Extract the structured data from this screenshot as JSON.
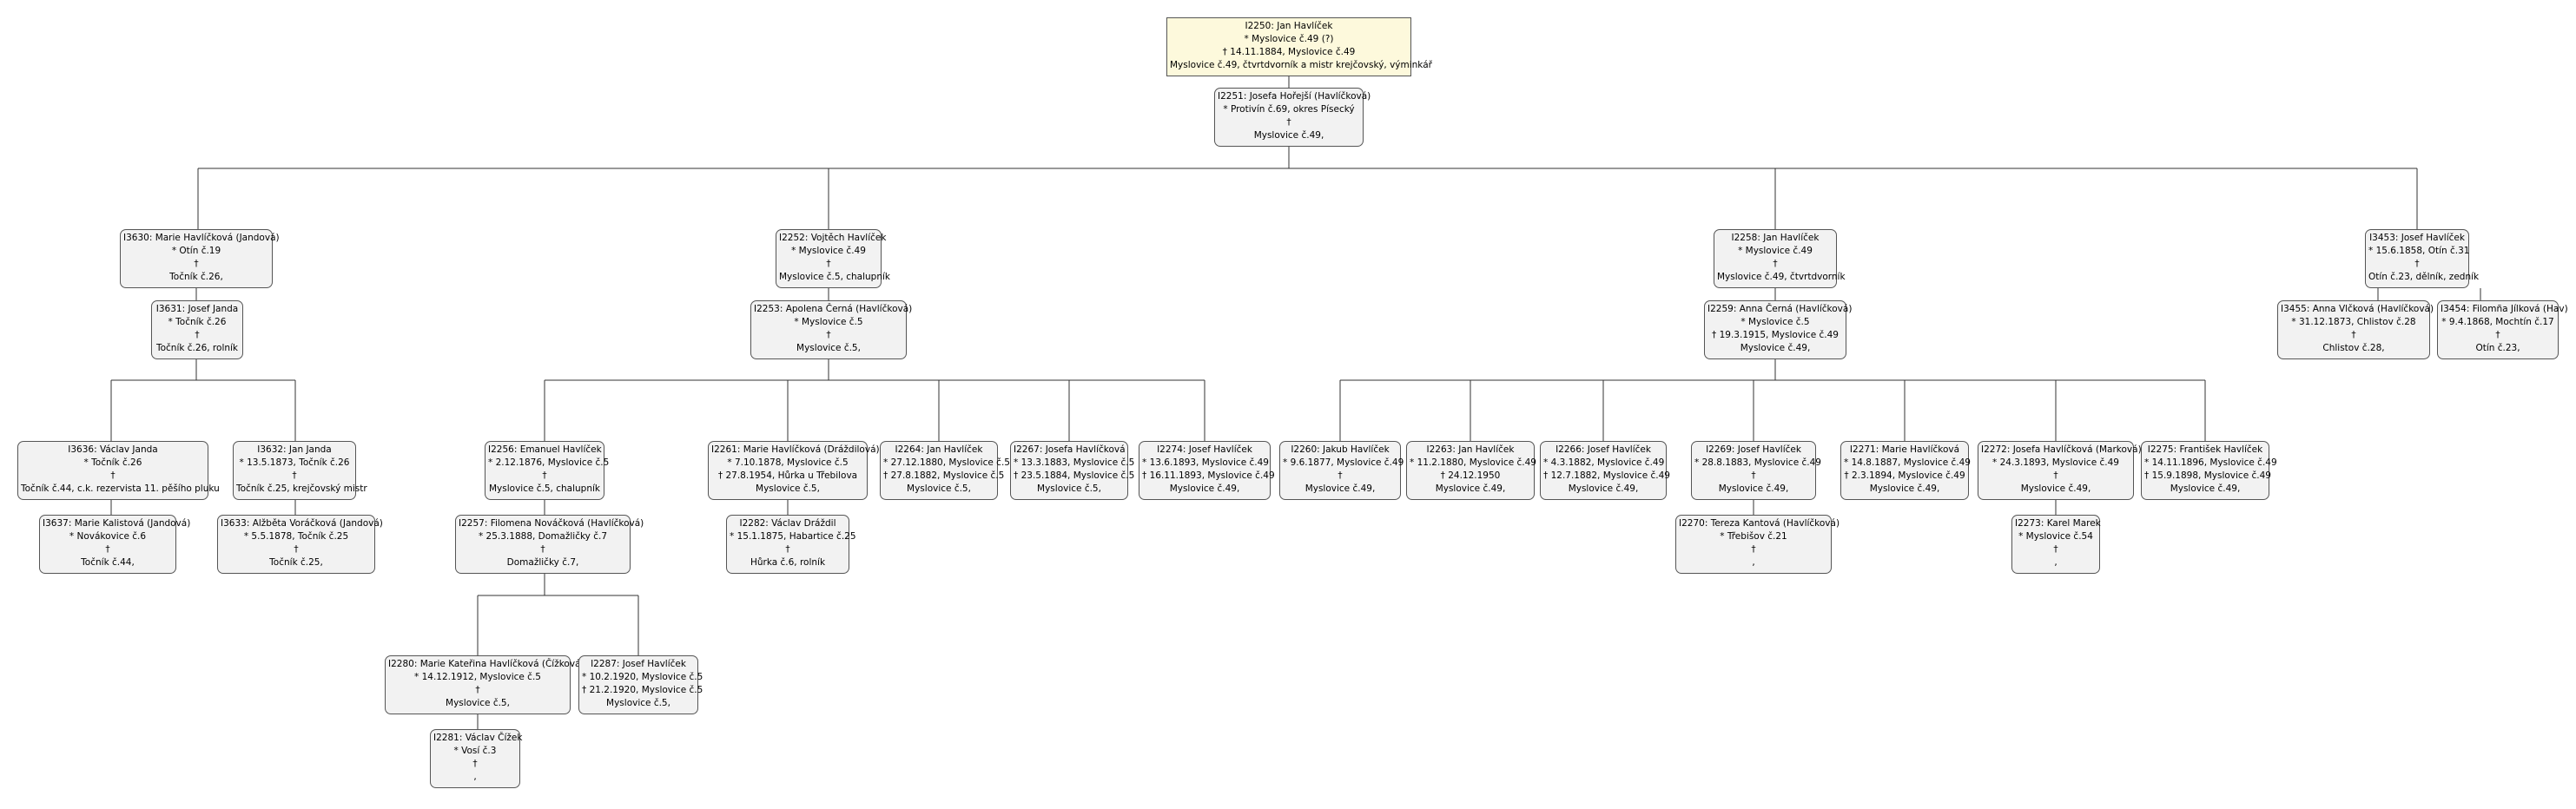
{
  "persons": {
    "I2250": [
      "I2250: Jan Havlíček",
      "* Myslovice č.49 (?)",
      "† 14.11.1884, Myslovice č.49",
      "Myslovice č.49, čtvrtdvorník a mistr krejčovský, výminkář"
    ],
    "I2251": [
      "I2251: Josefa Hořejší (Havlíčková)",
      "* Protivín č.69, okres Písecký",
      "†",
      "Myslovice č.49,"
    ],
    "I3630": [
      "I3630: Marie Havlíčková (Jandová)",
      "* Otín č.19",
      "†",
      "Točník č.26,"
    ],
    "I3631": [
      "I3631: Josef Janda",
      "* Točník č.26",
      "†",
      "Točník č.26, rolník"
    ],
    "I3636": [
      "I3636: Václav Janda",
      "* Točník č.26",
      "†",
      "Točník č.44, c.k. rezervista 11. pěšího pluku"
    ],
    "I3637": [
      "I3637: Marie Kalistová (Jandová)",
      "* Novákovice č.6",
      "†",
      "Točník č.44,"
    ],
    "I3632": [
      "I3632: Jan Janda",
      "* 13.5.1873, Točník č.26",
      "†",
      "Točník č.25, krejčovský mistr"
    ],
    "I3633": [
      "I3633: Alžběta Voráčková (Jandová)",
      "* 5.5.1878, Točník č.25",
      "†",
      "Točník č.25,"
    ],
    "I2252": [
      "I2252: Vojtěch Havlíček",
      "* Myslovice č.49",
      "†",
      "Myslovice č.5, chalupník"
    ],
    "I2253": [
      "I2253: Apolena Černá (Havlíčková)",
      "* Myslovice č.5",
      "†",
      "Myslovice č.5,"
    ],
    "I2256": [
      "I2256: Emanuel Havlíček",
      "* 2.12.1876, Myslovice č.5",
      "†",
      "Myslovice č.5, chalupník"
    ],
    "I2257": [
      "I2257: Filomena Nováčková (Havlíčková)",
      "* 25.3.1888, Domažličky č.7",
      "†",
      "Domažličky č.7,"
    ],
    "I2280": [
      "I2280: Marie Kateřina Havlíčková (Čížková)",
      "* 14.12.1912, Myslovice č.5",
      "†",
      "Myslovice č.5,"
    ],
    "I2281": [
      "I2281: Václav Čížek",
      "* Vosí č.3",
      "†",
      ","
    ],
    "I2287": [
      "I2287: Josef Havlíček",
      "* 10.2.1920, Myslovice č.5",
      "† 21.2.1920, Myslovice č.5",
      "Myslovice č.5,"
    ],
    "I2261": [
      "I2261: Marie Havlíčková (Dráždilová)",
      "* 7.10.1878, Myslovice č.5",
      "† 27.8.1954, Hůrka u Třebilova",
      "Myslovice č.5,"
    ],
    "I2282": [
      "I2282: Václav Dráždil",
      "* 15.1.1875, Habartice č.25",
      "†",
      "Hůrka č.6, rolník"
    ],
    "I2264": [
      "I2264: Jan Havlíček",
      "* 27.12.1880, Myslovice č.5",
      "† 27.8.1882, Myslovice č.5",
      "Myslovice č.5,"
    ],
    "I2267": [
      "I2267: Josefa Havlíčková",
      "* 13.3.1883, Myslovice č.5",
      "† 23.5.1884, Myslovice č.5",
      "Myslovice č.5,"
    ],
    "I2274": [
      "I2274: Josef Havlíček",
      "* 13.6.1893, Myslovice č.49",
      "† 16.11.1893, Myslovice č.49",
      "Myslovice č.49,"
    ],
    "I2258": [
      "I2258: Jan Havlíček",
      "* Myslovice č.49",
      "†",
      "Myslovice č.49, čtvrtdvorník"
    ],
    "I2259": [
      "I2259: Anna Černá (Havlíčková)",
      "* Myslovice č.5",
      "† 19.3.1915, Myslovice č.49",
      "Myslovice č.49,"
    ],
    "I2260": [
      "I2260: Jakub Havlíček",
      "* 9.6.1877, Myslovice č.49",
      "†",
      "Myslovice č.49,"
    ],
    "I2263": [
      "I2263: Jan Havlíček",
      "* 11.2.1880, Myslovice č.49",
      "† 24.12.1950",
      "Myslovice č.49,"
    ],
    "I2266": [
      "I2266: Josef Havlíček",
      "* 4.3.1882, Myslovice č.49",
      "† 12.7.1882, Myslovice č.49",
      "Myslovice č.49,"
    ],
    "I2269": [
      "I2269: Josef Havlíček",
      "* 28.8.1883, Myslovice č.49",
      "†",
      "Myslovice č.49,"
    ],
    "I2270": [
      "I2270: Tereza Kantová (Havlíčková)",
      "* Třebišov č.21",
      "†",
      ","
    ],
    "I2271": [
      "I2271: Marie Havlíčková",
      "* 14.8.1887, Myslovice č.49",
      "† 2.3.1894, Myslovice č.49",
      "Myslovice č.49,"
    ],
    "I2272": [
      "I2272: Josefa Havlíčková (Marková)",
      "* 24.3.1893, Myslovice č.49",
      "†",
      "Myslovice č.49,"
    ],
    "I2273": [
      "I2273: Karel Marek",
      "* Myslovice č.54",
      "†",
      ","
    ],
    "I2275": [
      "I2275: František Havlíček",
      "* 14.11.1896, Myslovice č.49",
      "† 15.9.1898, Myslovice č.49",
      "Myslovice č.49,"
    ],
    "I3453": [
      "I3453: Josef Havlíček",
      "* 15.6.1858, Otín č.31",
      "†",
      "Otín č.23, dělník, zedník"
    ],
    "I3455": [
      "I3455: Anna Vlčková (Havlíčková)",
      "* 31.12.1873, Chlistov č.28",
      "†",
      "Chlistov č.28,"
    ],
    "I3454": [
      "I3454: Filomña Jílková (Hav)",
      "* 9.4.1868, Mochtín č.17",
      "†",
      "Otín č.23,"
    ]
  }
}
